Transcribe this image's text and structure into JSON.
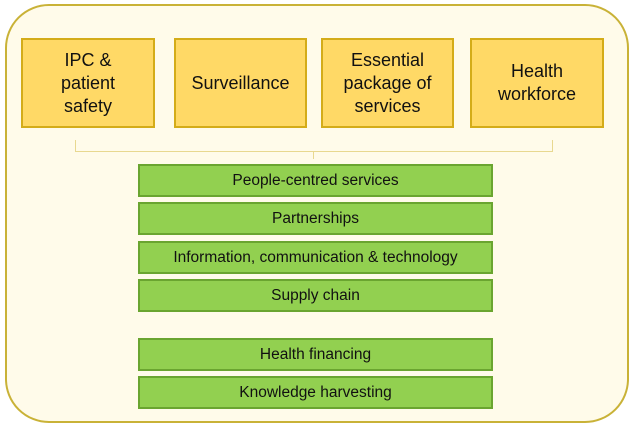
{
  "top_boxes": [
    {
      "label": "IPC &\npatient\nsafety"
    },
    {
      "label": "Surveillance"
    },
    {
      "label": "Essential\npackage of\nservices"
    },
    {
      "label": "Health\nworkforce"
    }
  ],
  "bars": [
    {
      "label": "People-centred services"
    },
    {
      "label": "Partnerships"
    },
    {
      "label": "Information, communication & technology"
    },
    {
      "label": "Supply chain"
    },
    {
      "label": "Health financing"
    },
    {
      "label": "Knowledge harvesting"
    }
  ],
  "colors": {
    "frame_fill": "#fffbea",
    "frame_border": "#c9b237",
    "top_box_fill": "#ffd966",
    "top_box_border": "#d4ac19",
    "bar_fill": "#92d050",
    "bar_border": "#6aa530"
  }
}
